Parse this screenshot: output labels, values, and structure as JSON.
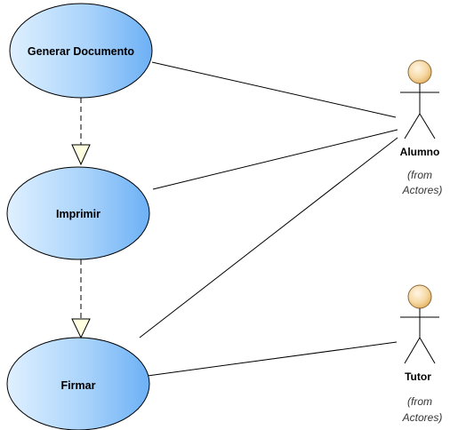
{
  "diagram": {
    "use_cases": [
      {
        "id": "generar",
        "label": "Generar Documento"
      },
      {
        "id": "imprimir",
        "label": "Imprimir"
      },
      {
        "id": "firmar",
        "label": "Firmar"
      }
    ],
    "actors": [
      {
        "id": "alumno",
        "name": "Alumno",
        "from_line1": "(from",
        "from_line2": "Actores)"
      },
      {
        "id": "tutor",
        "name": "Tutor",
        "from_line1": "(from",
        "from_line2": "Actores)"
      }
    ],
    "associations": [
      {
        "from": "generar",
        "to": "alumno"
      },
      {
        "from": "imprimir",
        "to": "alumno"
      },
      {
        "from": "firmar",
        "to": "alumno"
      },
      {
        "from": "firmar",
        "to": "tutor"
      }
    ],
    "dependencies": [
      {
        "from": "generar",
        "to": "imprimir",
        "style": "dashed-open-triangle"
      },
      {
        "from": "imprimir",
        "to": "firmar",
        "style": "dashed-open-triangle"
      }
    ],
    "colors": {
      "use_case_fill_light": "#d9ecff",
      "use_case_fill_dark": "#6cb0f5",
      "use_case_stroke": "#000000",
      "actor_head_light": "#fdf2dc",
      "actor_head_dark": "#e8b96a",
      "line": "#000000",
      "arrowhead_fill": "#fffee0"
    }
  }
}
